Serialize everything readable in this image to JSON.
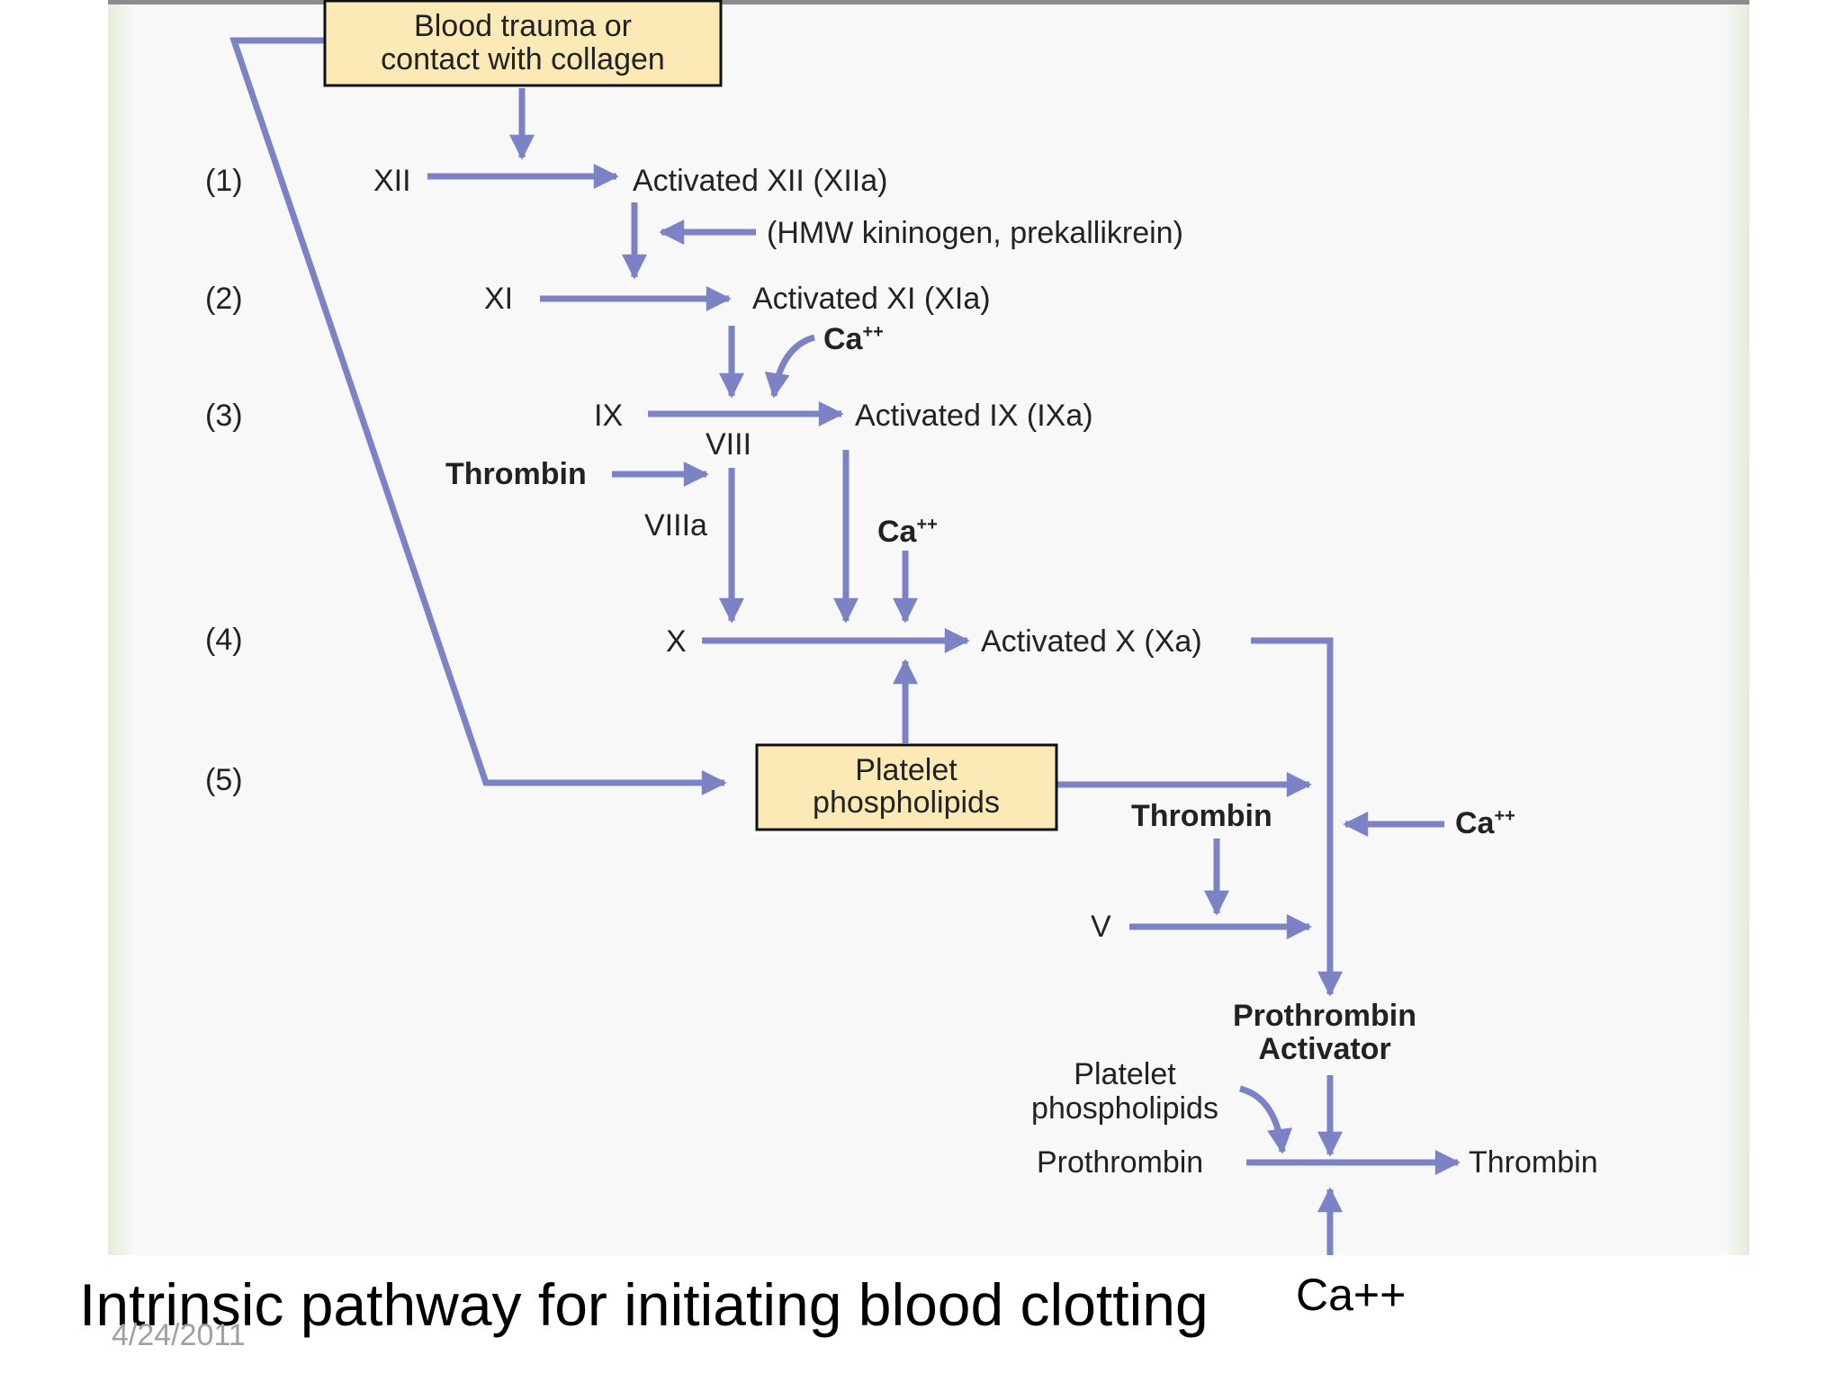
{
  "diagram": {
    "trigger": {
      "line1": "Blood trauma or",
      "line2": "contact with collagen"
    },
    "steps": [
      "(1)",
      "(2)",
      "(3)",
      "(4)",
      "(5)"
    ],
    "factors": {
      "xii": "XII",
      "xiia": "Activated XII (XIIa)",
      "hmw": "(HMW kininogen, prekallikrein)",
      "xi": "XI",
      "xia": "Activated XI (XIa)",
      "ix": "IX",
      "ixa": "Activated IX (IXa)",
      "viii": "VIII",
      "viiia": "VIIIa",
      "thrombin": "Thrombin",
      "x": "X",
      "xa": "Activated X (Xa)",
      "v": "V",
      "prothrombin_activator_1": "Prothrombin",
      "prothrombin_activator_2": "Activator",
      "prothrombin": "Prothrombin",
      "thrombin_out": "Thrombin"
    },
    "calcium": {
      "base": "Ca",
      "superscript": "++"
    },
    "platelet_box": {
      "line1": "Platelet",
      "line2": "phospholipids"
    },
    "platelet_text": {
      "line1": "Platelet",
      "line2": "phospholipids"
    }
  },
  "caption": "Intrinsic pathway for initiating blood clotting",
  "caption_ca": "Ca++",
  "date": "4/24/2011",
  "colors": {
    "arrow": "#7b83c6",
    "box_fill": "#fbeab5",
    "panel_edge": "#e4ecda"
  }
}
